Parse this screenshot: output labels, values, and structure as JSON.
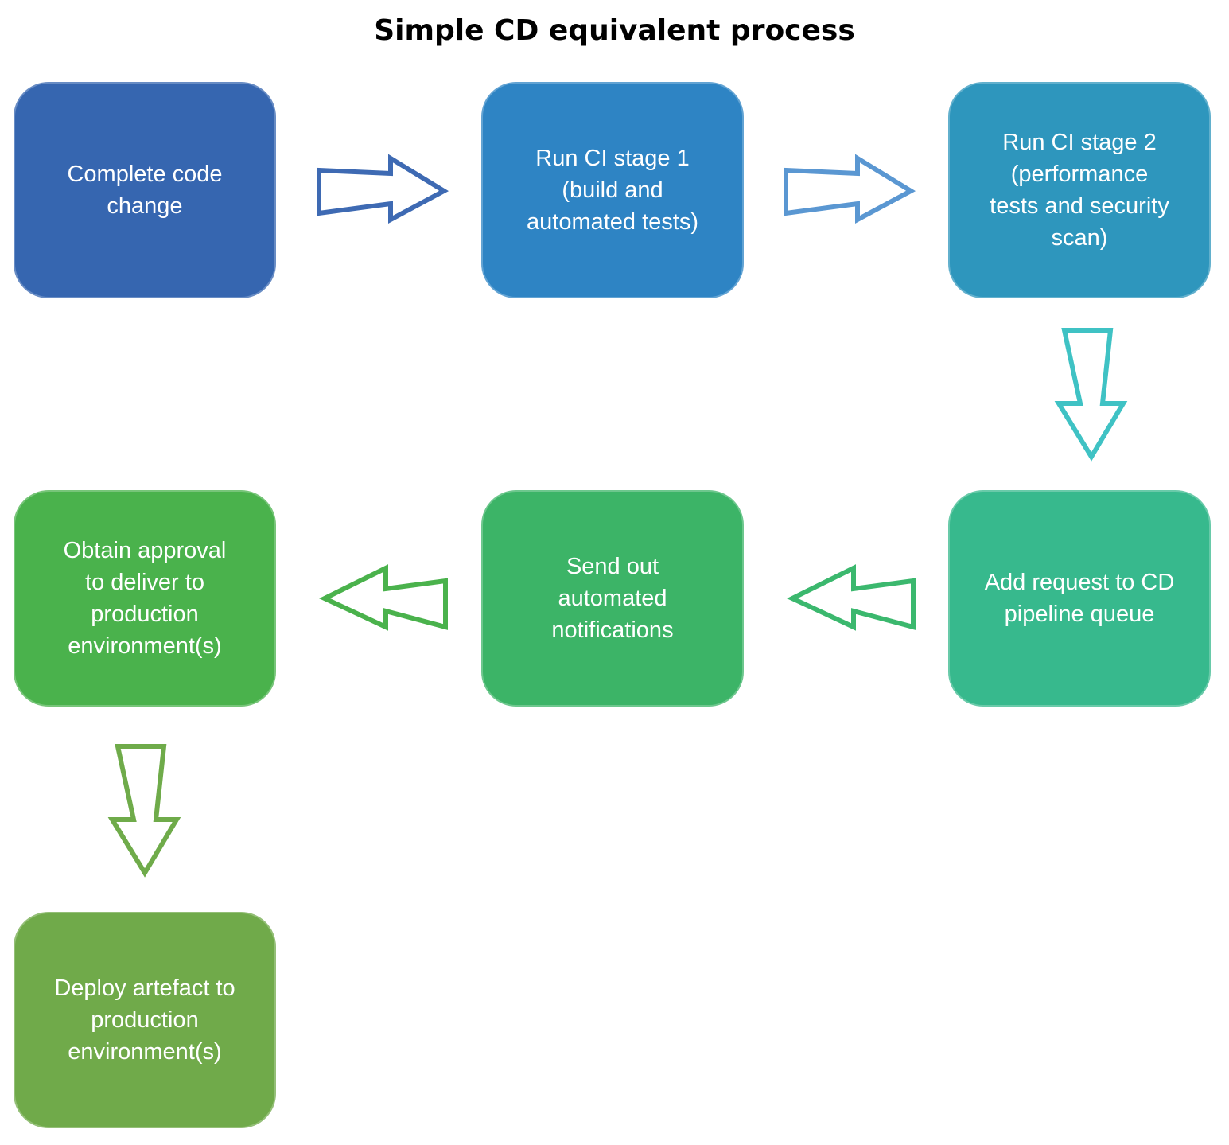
{
  "title": "Simple CD equivalent process",
  "nodes": [
    {
      "id": "n1",
      "label": "Complete code\nchange",
      "color": "#3666b0"
    },
    {
      "id": "n2",
      "label": "Run CI stage 1\n(build and\nautomated tests)",
      "color": "#2e84c4"
    },
    {
      "id": "n3",
      "label": "Run CI stage 2\n(performance\ntests and security\nscan)",
      "color": "#2e96bd"
    },
    {
      "id": "n4",
      "label": "Add request to CD\npipeline queue",
      "color": "#37b98d"
    },
    {
      "id": "n5",
      "label": "Send out\nautomated\nnotifications",
      "color": "#3cb467"
    },
    {
      "id": "n6",
      "label": "Obtain approval\nto deliver to\nproduction\nenvironment(s)",
      "color": "#4ab24c"
    },
    {
      "id": "n7",
      "label": "Deploy artefact to\nproduction\nenvironment(s)",
      "color": "#70aa4a"
    }
  ],
  "arrows": [
    {
      "from": "n1",
      "to": "n2",
      "direction": "right",
      "color": "#3e6ab3"
    },
    {
      "from": "n2",
      "to": "n3",
      "direction": "right",
      "color": "#5a97d2"
    },
    {
      "from": "n3",
      "to": "n4",
      "direction": "down",
      "color": "#3fc2c4"
    },
    {
      "from": "n4",
      "to": "n5",
      "direction": "left",
      "color": "#3bb86e"
    },
    {
      "from": "n5",
      "to": "n6",
      "direction": "left",
      "color": "#4ab24c"
    },
    {
      "from": "n6",
      "to": "n7",
      "direction": "down",
      "color": "#6fab4a"
    }
  ]
}
